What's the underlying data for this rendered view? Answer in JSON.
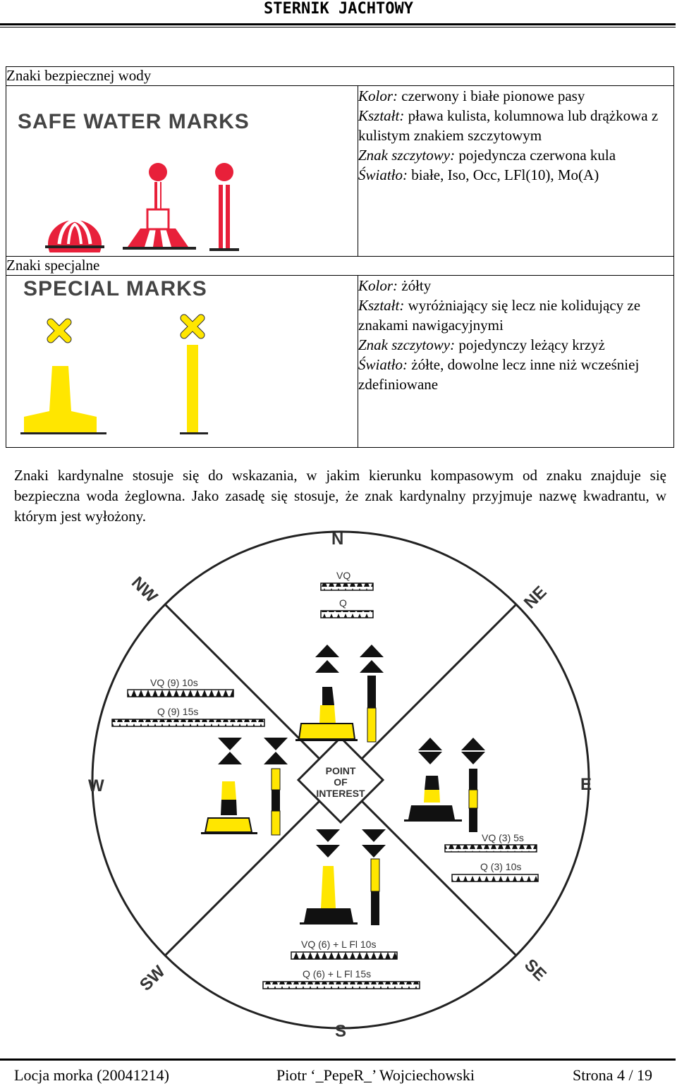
{
  "header": {
    "title": "STERNIK JACHTOWY"
  },
  "safe_water": {
    "title": "Znaki bezpiecznej wody",
    "image_heading": "SAFE WATER MARKS",
    "color_label": "Kolor:",
    "color_value": " czerwony i białe pionowe pasy",
    "shape_label": "Kształt:",
    "shape_value": " pława kulista, kolumnowa lub drążkowa z kulistym znakiem szczytowym",
    "topmark_label": "Znak szczytowy:",
    "topmark_value": " pojedyncza czerwona kula",
    "light_label": "Światło:",
    "light_value": " białe, Iso, Occ, LFl(10), Mo(A)"
  },
  "special": {
    "title": "Znaki specjalne",
    "image_heading": "SPECIAL MARKS",
    "color_label": "Kolor:",
    "color_value": " żółty",
    "shape_label": "Kształt:",
    "shape_value": " wyróżniający się lecz nie kolidujący ze znakami nawigacyjnymi",
    "topmark_label": "Znak szczytowy:",
    "topmark_value": " pojedynczy leżący krzyż",
    "light_label": "Światło:",
    "light_value": " żółte, dowolne lecz inne niż wcześniej zdefiniowane"
  },
  "paragraph": "Znaki kardynalne stosuje się do wskazania, w jakim kierunku kompasowym od znaku znajduje się bezpieczna woda żeglowna. Jako zasadę się stosuje, że znak kardynalny przyjmuje nazwę kwadrantu, w którym jest wyłożony.",
  "diagram": {
    "compass": {
      "n": "N",
      "s": "S",
      "e": "E",
      "w": "W",
      "ne": "NE",
      "nw": "NW",
      "se": "SE",
      "sw": "SW"
    },
    "center": [
      "POINT",
      "OF",
      "INTEREST"
    ],
    "north": {
      "vq": "VQ",
      "q": "Q"
    },
    "west": {
      "vq": "VQ (9) 10s",
      "q": "Q (9) 15s"
    },
    "east": {
      "vq": "VQ (3) 5s",
      "q": "Q (3) 10s"
    },
    "south": {
      "vq": "VQ (6) + L Fl 10s",
      "q": "Q (6) + L Fl 15s"
    },
    "colors": {
      "yellow": "#ffe600",
      "black": "#111111",
      "red": "#e8203a"
    }
  },
  "footer": {
    "left": "Locja morka  (20041214)",
    "center": "Piotr ‘_PepeR_’ Wojciechowski",
    "right": "Strona 4 / 19"
  }
}
